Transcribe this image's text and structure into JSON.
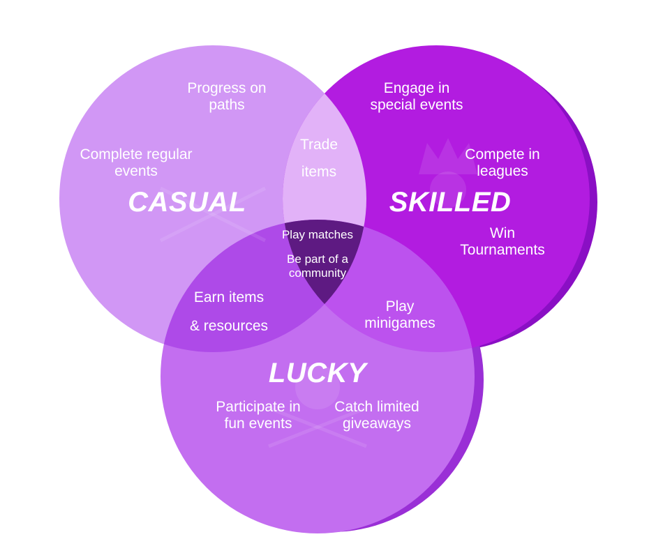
{
  "sets": {
    "casual": {
      "title": "CASUAL",
      "items": [
        "Progress on",
        "paths",
        "Complete regular",
        "events"
      ]
    },
    "skilled": {
      "title": "SKILLED",
      "items": [
        "Engage in",
        "special events",
        "Compete in",
        "leagues",
        "Win",
        "Tournaments"
      ]
    },
    "lucky": {
      "title": "LUCKY",
      "items": [
        "Participate in",
        "fun events",
        "Catch limited",
        "giveaways"
      ]
    }
  },
  "overlaps": {
    "casual_skilled": [
      "Trade",
      "items"
    ],
    "casual_lucky": [
      "Earn items",
      "& resources"
    ],
    "skilled_lucky": [
      "Play",
      "minigames"
    ],
    "center": [
      "Play matches",
      "Be part of a",
      "community"
    ]
  },
  "colors": {
    "casual": "#d197f5",
    "skilled": "#b21ce0",
    "skilled_rim": "#8a0fc4",
    "lucky": "#c36ef0",
    "lucky_rim": "#9a2fd6",
    "center": "#5e1a82"
  }
}
